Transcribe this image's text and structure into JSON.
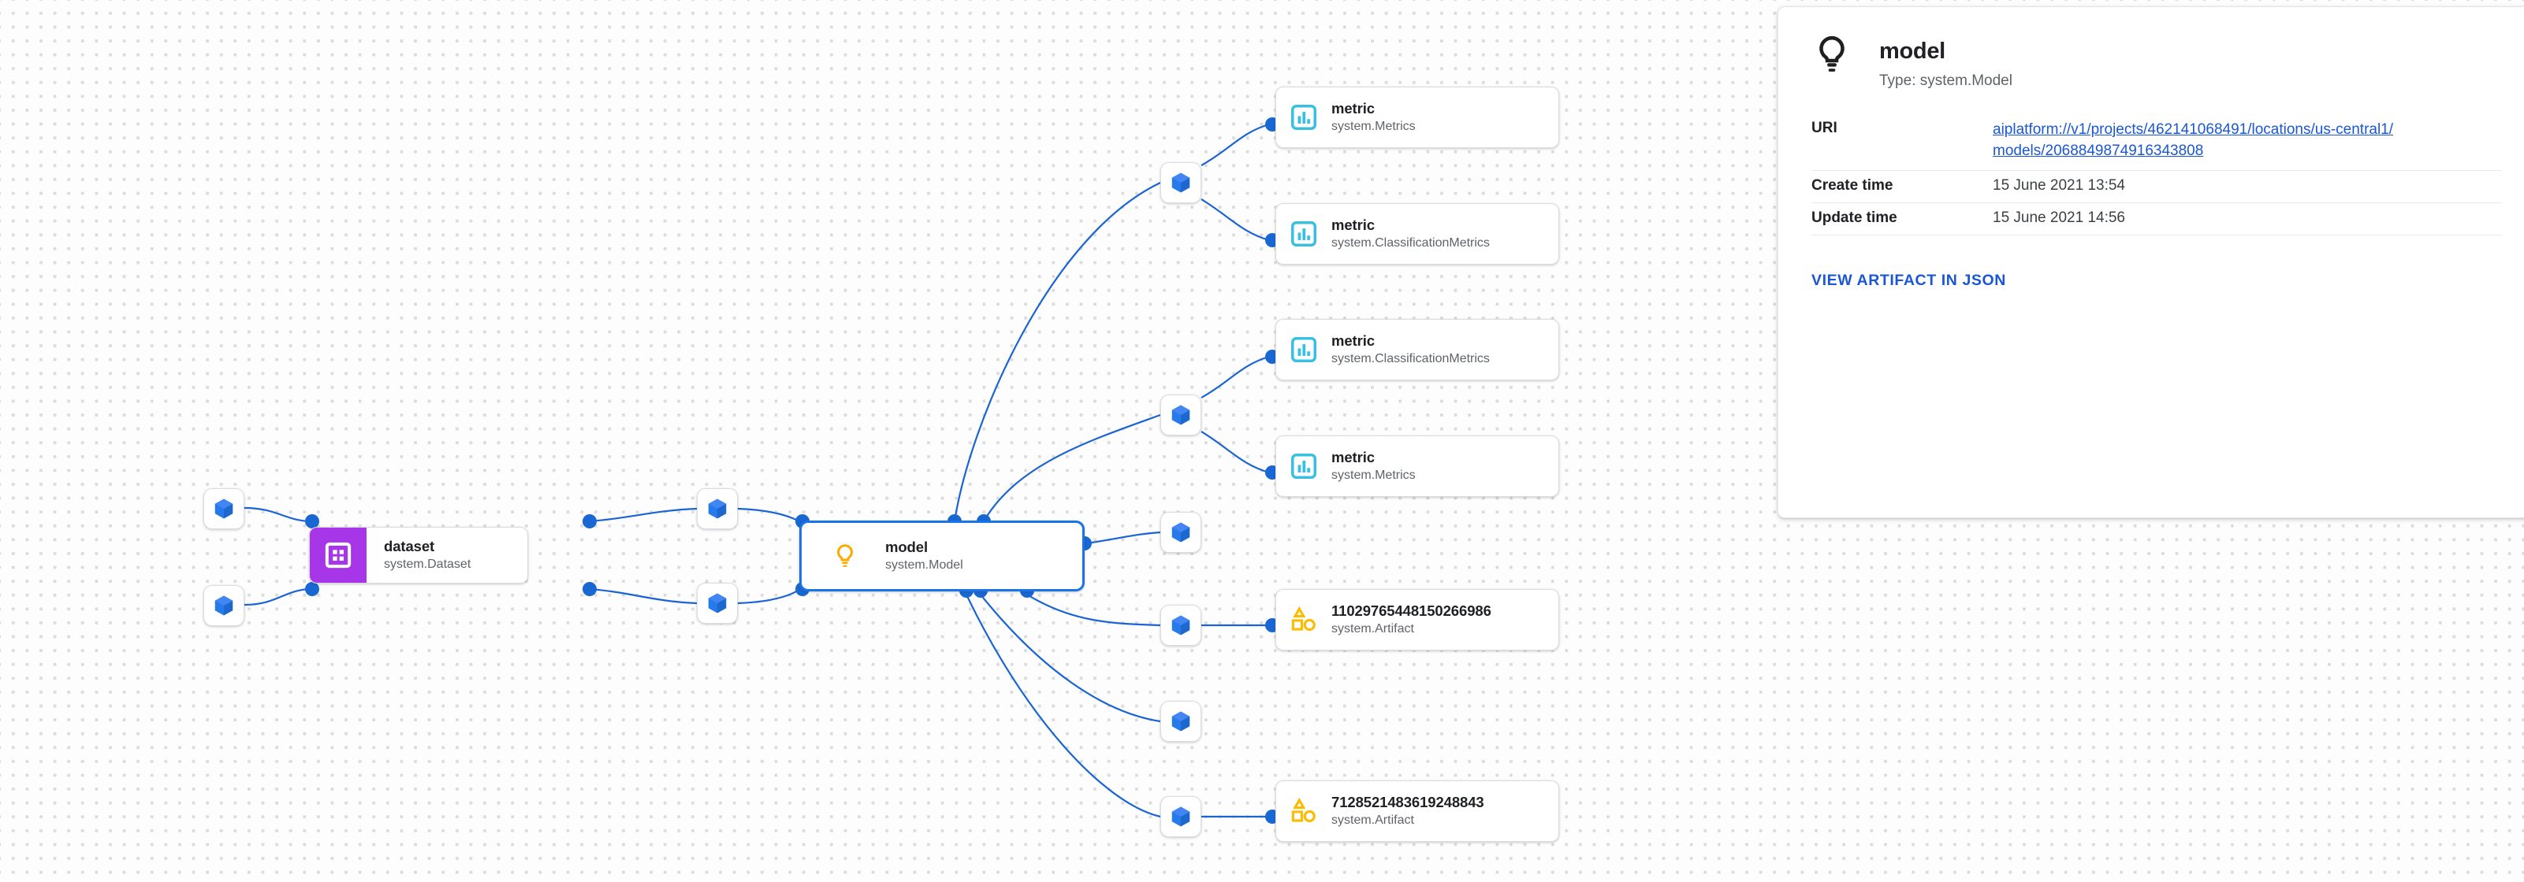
{
  "canvas": {
    "background_color": "#fdfdfd",
    "dot_color": "#dcdcdc",
    "edge_color": "#1a64d4"
  },
  "graph": {
    "dataset_node": {
      "title": "dataset",
      "subtitle": "system.Dataset",
      "icon": "dataset-grid-icon",
      "icon_tile_color": "#a736e8"
    },
    "model_node": {
      "title": "model",
      "subtitle": "system.Model",
      "icon": "lightbulb-icon",
      "icon_color": "#f9ab00",
      "selected": true,
      "selected_border_color": "#1a73e8"
    },
    "execution_nodes": [
      {
        "name": "execution-left-upper",
        "icon": "cube-icon"
      },
      {
        "name": "execution-left-lower",
        "icon": "cube-icon"
      },
      {
        "name": "execution-mid-upper",
        "icon": "cube-icon"
      },
      {
        "name": "execution-mid-lower",
        "icon": "cube-icon"
      },
      {
        "name": "execution-right-1",
        "icon": "cube-icon"
      },
      {
        "name": "execution-right-2",
        "icon": "cube-icon"
      },
      {
        "name": "execution-right-3",
        "icon": "cube-icon"
      },
      {
        "name": "execution-right-4",
        "icon": "cube-icon"
      },
      {
        "name": "execution-right-5",
        "icon": "cube-icon"
      },
      {
        "name": "execution-right-6",
        "icon": "cube-icon"
      }
    ],
    "output_nodes": [
      {
        "title": "metric",
        "subtitle": "system.Metrics",
        "icon": "bar-chart-icon",
        "icon_color": "#39c0e0"
      },
      {
        "title": "metric",
        "subtitle": "system.ClassificationMetrics",
        "icon": "bar-chart-icon",
        "icon_color": "#39c0e0"
      },
      {
        "title": "metric",
        "subtitle": "system.ClassificationMetrics",
        "icon": "bar-chart-icon",
        "icon_color": "#39c0e0"
      },
      {
        "title": "metric",
        "subtitle": "system.Metrics",
        "icon": "bar-chart-icon",
        "icon_color": "#39c0e0"
      },
      {
        "title": "11029765448150266986",
        "subtitle": "system.Artifact",
        "icon": "shapes-icon",
        "icon_color": "#fbbc04"
      },
      {
        "title": "7128521483619248843",
        "subtitle": "system.Artifact",
        "icon": "shapes-icon",
        "icon_color": "#fbbc04"
      }
    ]
  },
  "detail_panel": {
    "icon": "lightbulb-icon",
    "title": "model",
    "type_label": "Type: system.Model",
    "rows": [
      {
        "key": "URI",
        "value": "aiplatform://v1/projects/462141068491/locations/us-central1/models/2068849874916343808",
        "is_link": true
      },
      {
        "key": "Create time",
        "value": "15 June 2021 13:54",
        "is_link": false
      },
      {
        "key": "Update time",
        "value": "15 June 2021 14:56",
        "is_link": false
      }
    ],
    "action_label": "VIEW ARTIFACT IN JSON",
    "link_color": "#1a57d6"
  }
}
